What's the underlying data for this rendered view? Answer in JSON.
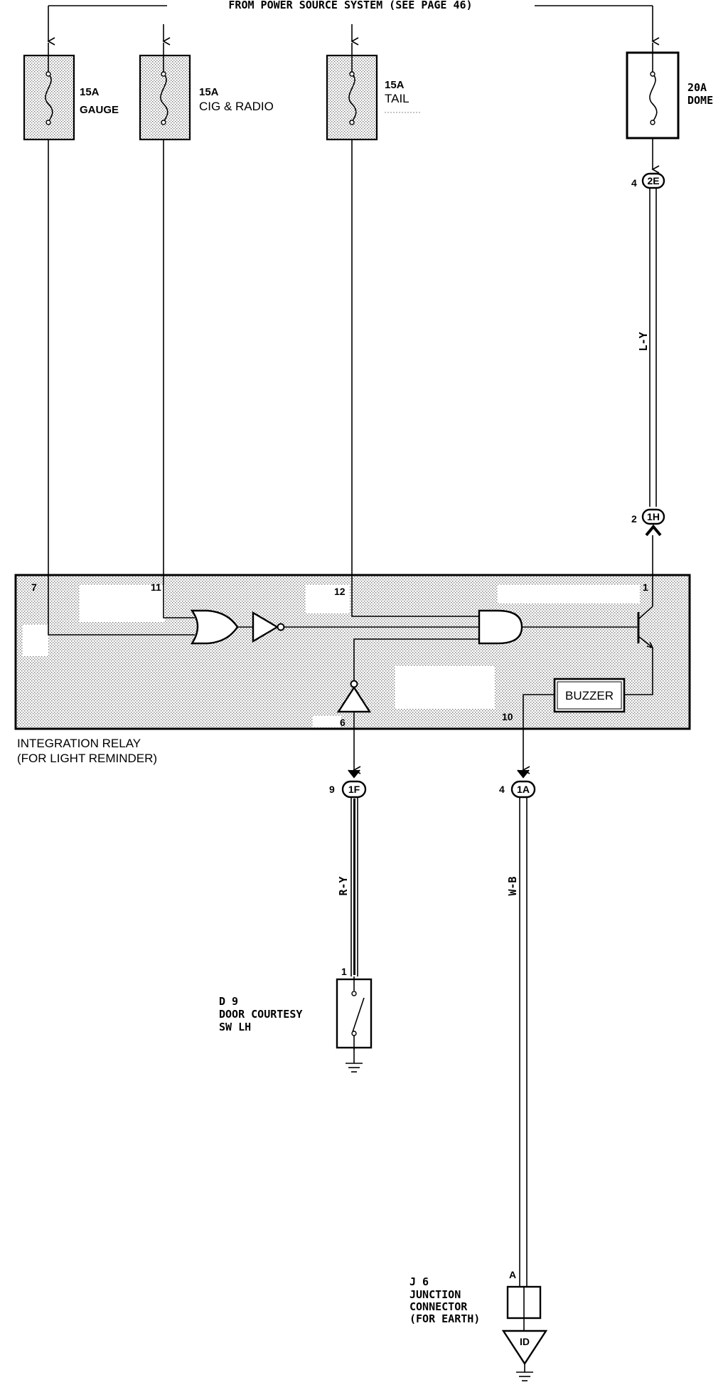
{
  "header": {
    "source_label": "FROM POWER SOURCE SYSTEM (SEE PAGE 46)"
  },
  "fuses": [
    {
      "rating": "15A",
      "name": "GAUGE"
    },
    {
      "rating": "15A",
      "name": "CIG & RADIO"
    },
    {
      "rating": "15A",
      "name": "TAIL"
    },
    {
      "rating": "20A",
      "name": "DOME"
    }
  ],
  "connectors": {
    "c2e": {
      "code": "2E",
      "pin": "4"
    },
    "c1h": {
      "code": "1H",
      "pin": "2"
    },
    "c1f": {
      "code": "1F",
      "pin": "9"
    },
    "c1a": {
      "code": "1A",
      "pin": "4"
    },
    "c1d": {
      "code": "ID"
    }
  },
  "wires": {
    "dome": "L-Y",
    "door": "R-Y",
    "earth": "W-B"
  },
  "relay": {
    "name": "INTEGRATION RELAY",
    "sub": "(FOR LIGHT REMINDER)",
    "pins": {
      "gauge": "7",
      "cig": "11",
      "tail": "12",
      "dome": "1",
      "door": "6",
      "buzzer": "10"
    },
    "buzzer_label": "BUZZER"
  },
  "door_switch": {
    "code": "D 9",
    "line1": "DOOR COURTESY",
    "line2": "SW LH",
    "pin": "1"
  },
  "junction": {
    "code": "J 6",
    "line1": "JUNCTION",
    "line2": "CONNECTOR",
    "line3": "(FOR EARTH)",
    "pin": "A"
  }
}
